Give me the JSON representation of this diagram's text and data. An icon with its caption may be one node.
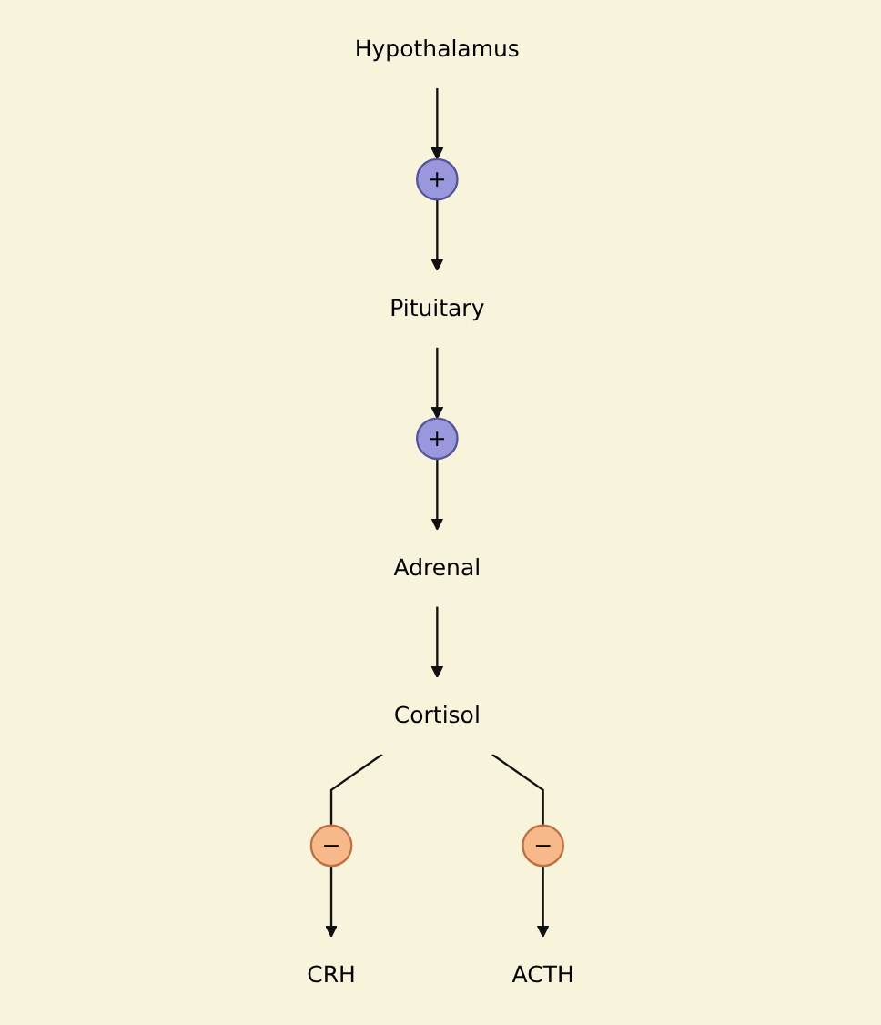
{
  "diagram": {
    "nodes": [
      {
        "text": [
          "Hypothalamus"
        ]
      },
      {
        "text": [
          "+"
        ]
      },
      {
        "text": [
          "CRH"
        ]
      },
      {
        "text": [
          "Pituitary"
        ]
      },
      {
        "text": [
          "+"
        ]
      },
      {
        "text": [
          "ACTH"
        ]
      },
      {
        "text": [
          "Adrenal"
        ]
      },
      {
        "text": [
          "Cortisol"
        ]
      },
      {
        "text": [
          "−"
        ]
      },
      {
        "text": [
          "−"
        ]
      }
    ],
    "edges": [
      {
        "from": 0,
        "to": 1,
        "arrow": "to"
      },
      {
        "from": 1,
        "to": 3,
        "arrow": "to"
      },
      {
        "from": 3,
        "to": 4,
        "arrow": "to"
      },
      {
        "from": 4,
        "to": 6,
        "arrow": "to"
      },
      {
        "from": 6,
        "to": 7,
        "arrow": "to"
      },
      {
        "from": 7,
        "to": 8,
        "arrow": "none"
      },
      {
        "from": 8,
        "to": 2,
        "arrow": "to"
      },
      {
        "from": 7,
        "to": 9,
        "arrow": "none"
      },
      {
        "from": 9,
        "to": 5,
        "arrow": "to"
      }
    ]
  }
}
